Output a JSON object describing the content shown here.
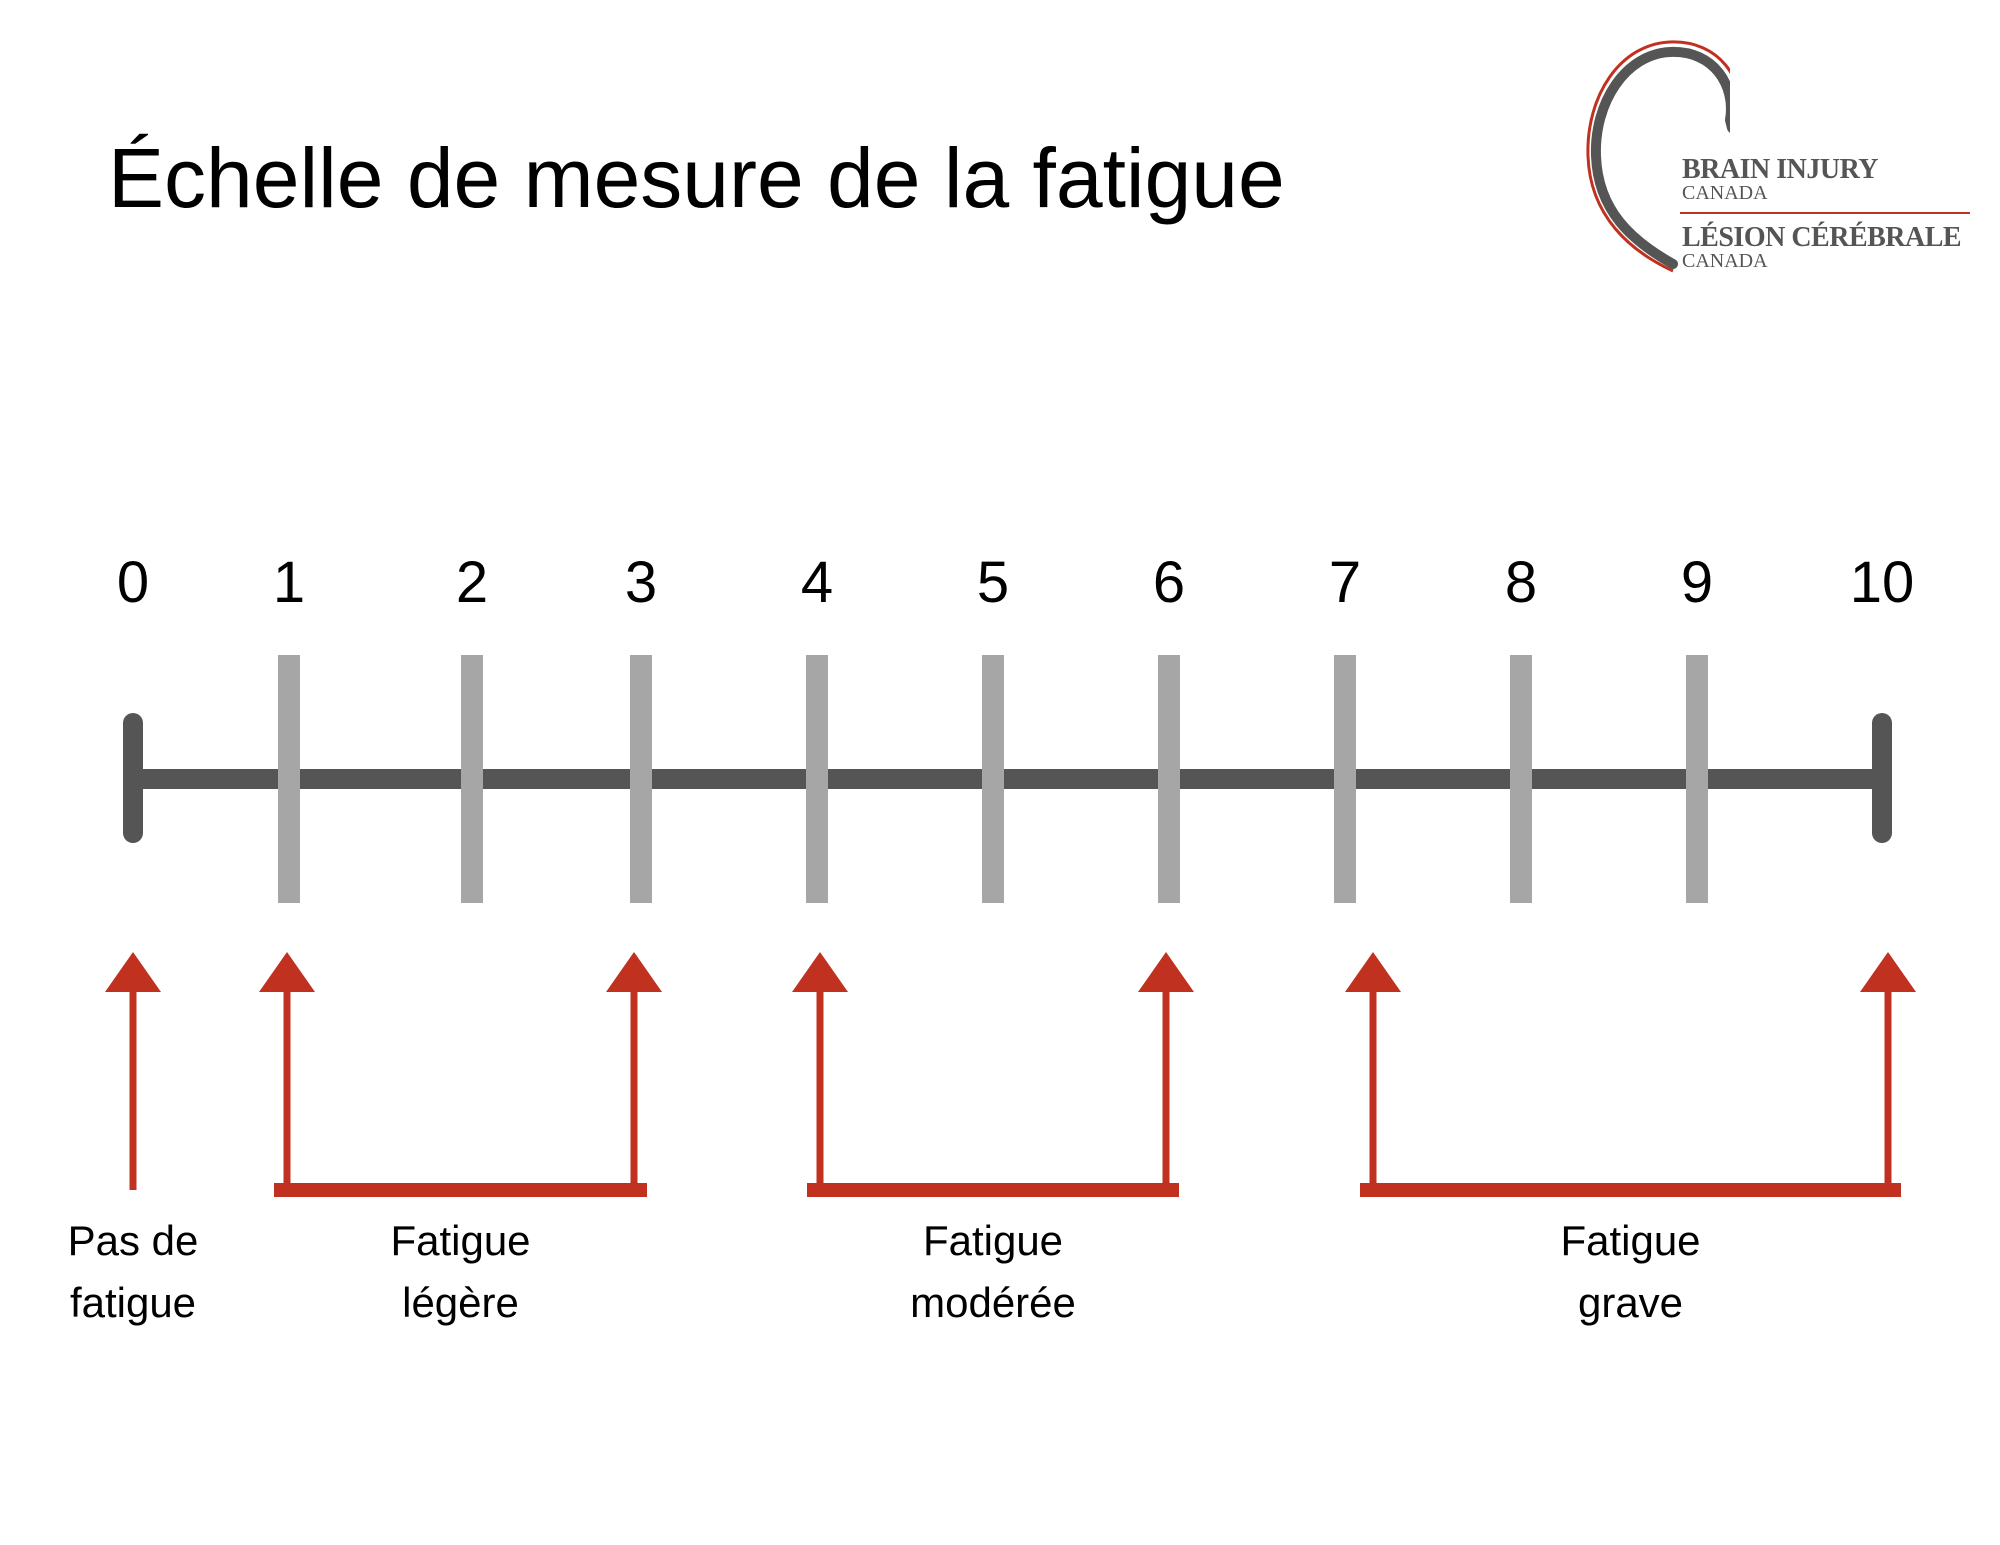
{
  "title": "Échelle de mesure de la fatigue",
  "logo": {
    "line1": "BRAIN INJURY",
    "line2": "CANADA",
    "line3": "LÉSION CÉRÉBRALE",
    "line4": "CANADA"
  },
  "scale": {
    "min": 0,
    "max": 10,
    "numbers": [
      "0",
      "1",
      "2",
      "3",
      "4",
      "5",
      "6",
      "7",
      "8",
      "9",
      "10"
    ]
  },
  "categories": [
    {
      "line1": "Pas de",
      "line2": "fatigue",
      "from": 0,
      "to": 0
    },
    {
      "line1": "Fatigue",
      "line2": "légère",
      "from": 1,
      "to": 3
    },
    {
      "line1": "Fatigue",
      "line2": "modérée",
      "from": 4,
      "to": 6
    },
    {
      "line1": "Fatigue",
      "line2": "grave",
      "from": 7,
      "to": 10
    }
  ],
  "colors": {
    "axis": "#555555",
    "tick": "#a6a6a6",
    "arrow": "#c0311f",
    "text": "#000000"
  }
}
